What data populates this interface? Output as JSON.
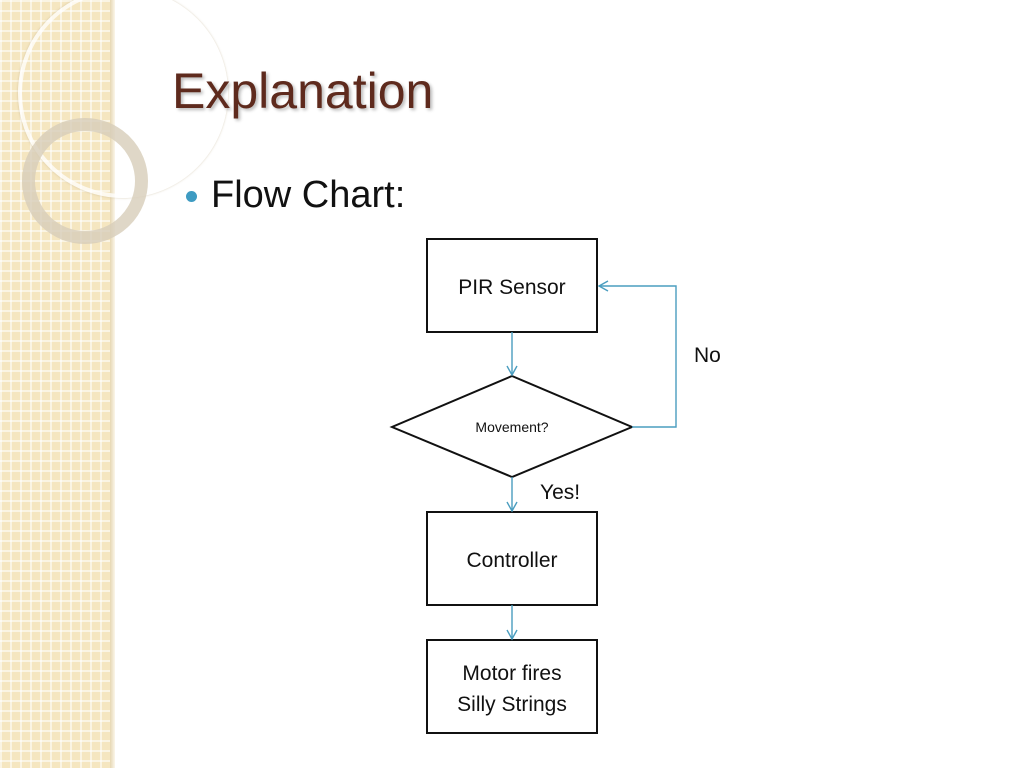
{
  "slide": {
    "title": "Explanation",
    "bullet": "Flow Chart:"
  },
  "flowchart": {
    "nodes": {
      "pir_sensor": "PIR Sensor",
      "movement": "Movement?",
      "controller": "Controller",
      "motor_line1": "Motor fires",
      "motor_line2": "Silly Strings"
    },
    "edges": {
      "no_label": "No",
      "yes_label": "Yes!"
    }
  },
  "colors": {
    "title": "#5e2a1d",
    "bullet": "#3e9bc2",
    "connector": "#4a9dbf",
    "node_border": "#111111"
  }
}
